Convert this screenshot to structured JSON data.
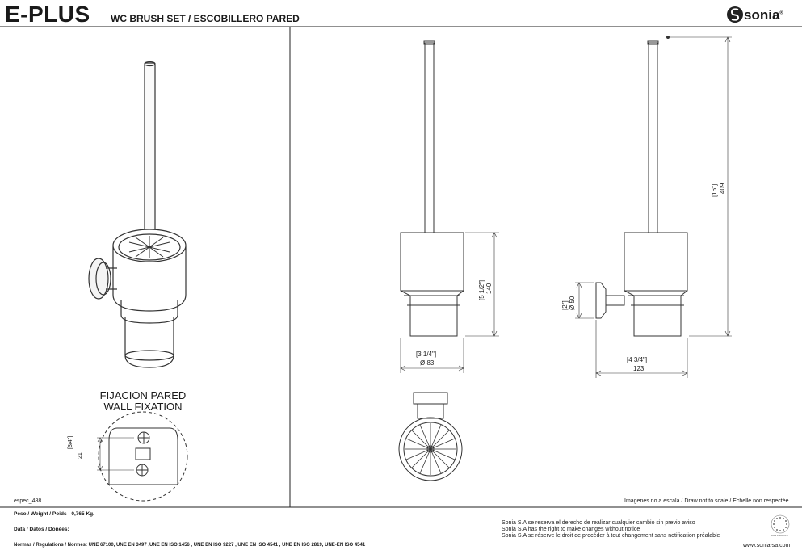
{
  "header": {
    "title": "E-PLUS",
    "subtitle": "WC BRUSH SET / ESCOBILLERO PARED",
    "logo_text": "sonia",
    "logo_trademark": "®"
  },
  "fixation": {
    "line1": "FIJACION PARED",
    "line2": "WALL FIXATION",
    "dim_inch": "[3/4\"]",
    "dim_mm": "21"
  },
  "dimensions": {
    "front_height_inch": "[5 1/2\"]",
    "front_height_mm": "140",
    "front_width_inch": "[3 1/4\"]",
    "front_width_mm": "Ø 83",
    "side_total_inch": "[16\"]",
    "side_total_mm": "409",
    "side_depth_inch": "[4 3/4\"]",
    "side_depth_mm": "123",
    "side_plate_inch": "[2\"]",
    "side_plate_mm": "Ø 50"
  },
  "footer": {
    "spec_code": "espec_488",
    "scale_note": "Imagenes no a escala / Draw not to scale / Echelle non respectée",
    "weight": "Peso / Weight / Poids : 0,765 Kg.",
    "date": "Data / Datos / Donées:",
    "norms": "Normas / Regulations / Normes: UNE 67100, UNE  EN 3497 ,UNE EN ISO 1456 , UNE EN ISO 9227 , UNE EN ISO 4541 , UNE EN ISO 2819, UNE-EN ISO 4541",
    "rights_es": "Sonia S.A se reserva el derecho de realizar cualquier cambio sin previo aviso",
    "rights_en": "Sonia S.A has the right to make changes without notice",
    "rights_fr": "Sonia S.A se réserve le droit de procéder à tout changement sans notification préalable",
    "website": "www.sonia-sa.com",
    "badge_text": "MADE IN EUROPE"
  }
}
